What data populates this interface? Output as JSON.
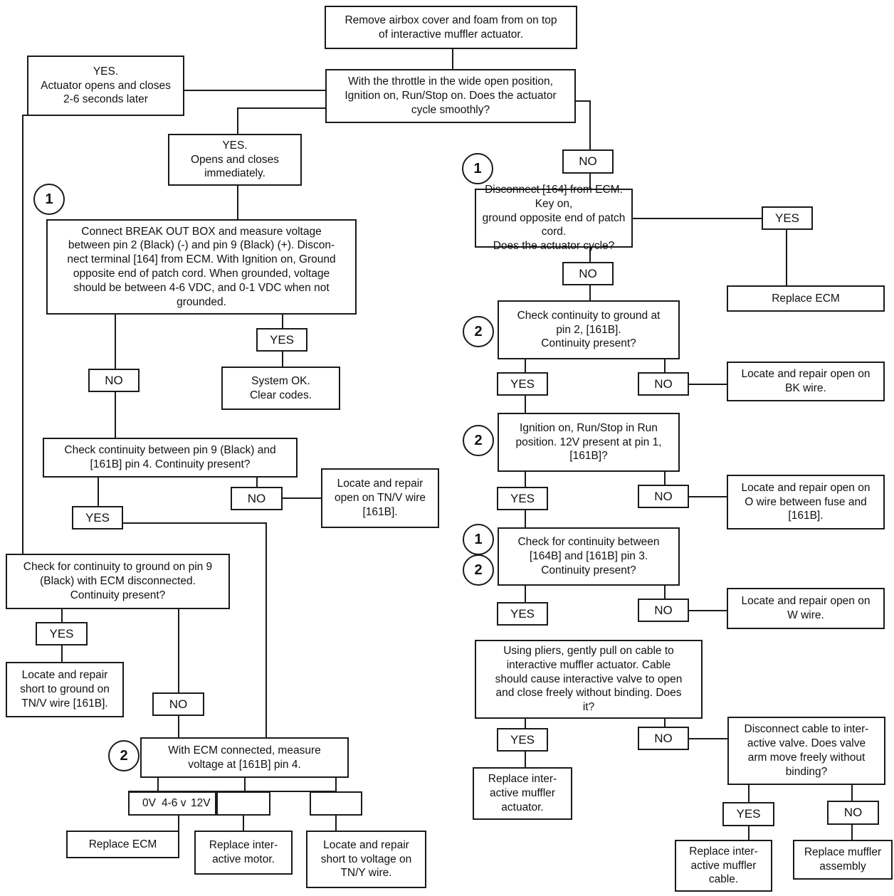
{
  "colors": {
    "line": "#1a1a1a",
    "background": "#ffffff",
    "text": "#111111"
  },
  "nodes": {
    "remove_airbox": "Remove airbox cover and foam from on top\nof interactive muffler actuator.",
    "throttle_test": "With the throttle in the wide open position,\nIgnition on, Run/Stop on. Does the actuator\ncycle smoothly?",
    "yes_delayed": "YES.\nActuator opens and closes\n2-6 seconds later",
    "yes_immediate": "YES.\nOpens and closes\nimmediately.",
    "breakout_box": "Connect BREAK OUT BOX and measure voltage\nbetween pin 2 (Black) (-) and pin 9 (Black) (+). Discon-\nnect terminal [164] from ECM. With Ignition on, Ground\nopposite end of patch cord. When grounded, voltage\nshould be between 4-6 VDC, and 0-1 VDC when not\ngrounded.",
    "system_ok": "System OK.\nClear codes.",
    "check_pin9_161b": "Check continuity between pin 9 (Black) and\n[161B] pin 4. Continuity present?",
    "repair_tn_v_open": "Locate and repair\nopen on TN/V wire\n[161B].",
    "check_ground_pin9": "Check for continuity to ground on pin 9\n(Black) with ECM disconnected.\nContinuity present?",
    "repair_short_ground": "Locate and repair\nshort to ground on\nTN/V wire [161B].",
    "measure_voltage_161b": "With ECM connected, measure\nvoltage at [161B] pin 4.",
    "volt_0v": "0V",
    "volt_4_6v": "4-6 v",
    "volt_12v": "12V",
    "replace_ecm_left": "Replace ECM",
    "replace_motor": "Replace inter-\nactive motor.",
    "repair_short_voltage": "Locate and repair\nshort to voltage on\nTN/Y wire.",
    "disconnect_164": "Disconnect [164] from ECM. Key on,\nground opposite end of patch cord.\nDoes the actuator cycle?",
    "replace_ecm_right": "Replace ECM",
    "check_ground_pin2": "Check continuity to ground at\npin 2, [161B].\nContinuity present?",
    "repair_bk_open": "Locate and repair open on\nBK wire.",
    "check_12v_pin1": "Ignition on, Run/Stop in Run\nposition. 12V present at pin 1,\n[161B]?",
    "repair_o_open": "Locate and repair open on\nO wire between fuse and\n[161B].",
    "check_164b_161b": "Check for continuity between\n[164B] and [161B] pin 3.\nContinuity present?",
    "repair_w_open": "Locate and repair open on\nW wire.",
    "pliers_test": "Using pliers, gently pull on cable to\ninteractive muffler actuator. Cable\nshould cause interactive valve to open\nand close freely without binding. Does\nit?",
    "replace_actuator": "Replace inter-\nactive muffler\nactuator.",
    "disconnect_cable": "Disconnect cable to inter-\nactive valve. Does valve\narm move freely without\nbinding?",
    "replace_cable": "Replace inter-\nactive muffler\ncable.",
    "replace_muffler": "Replace muffler\nassembly"
  },
  "tags": {
    "yes": "YES",
    "no": "NO"
  },
  "markers": {
    "one": "1",
    "two": "2"
  }
}
